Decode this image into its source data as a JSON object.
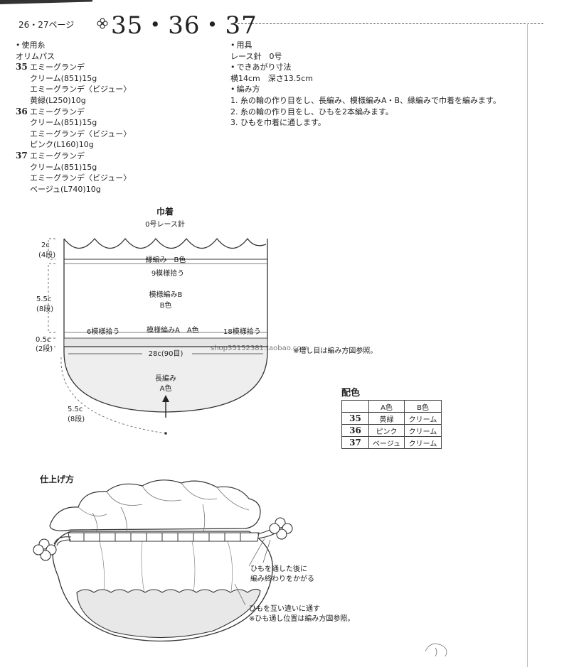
{
  "header": {
    "page_ref": "26・27ページ",
    "pattern_numbers": "35・36・37"
  },
  "yarn": {
    "title": "使用糸",
    "subtitle": "オリムパス",
    "entries": [
      {
        "no": "35",
        "lines": [
          "エミーグランデ",
          "クリーム(851)15g",
          "エミーグランデ〈ビジュー〉",
          "黄緑(L250)10g"
        ]
      },
      {
        "no": "36",
        "lines": [
          "エミーグランデ",
          "クリーム(851)15g",
          "エミーグランデ〈ビジュー〉",
          "ピンク(L160)10g"
        ]
      },
      {
        "no": "37",
        "lines": [
          "エミーグランデ",
          "クリーム(851)15g",
          "エミーグランデ〈ビジュー〉",
          "ベージュ(L740)10g"
        ]
      }
    ]
  },
  "tools": {
    "title": "用具",
    "value": "レース針　0号",
    "size_title": "できあがり寸法",
    "size_value": "横14cm　深さ13.5cm",
    "method_title": "編み方",
    "steps": [
      "1. 糸の輪の作り目をし、長編み、模様編みA・B、縁編みで巾着を編みます。",
      "2. 糸の輪の作り目をし、ひもを2本編みます。",
      "3. ひもを巾着に通します。"
    ]
  },
  "diagram": {
    "title": "巾着",
    "needle": "0号レース針",
    "edge_label": "縁編み　B色",
    "pick_9": "9模様拾う",
    "pattern_b": "模様編みB",
    "pattern_b_color": "B色",
    "pick_6": "6模様拾う",
    "pattern_a": "模様編みA　A色",
    "pick_18": "18模様拾う",
    "width": "28c(90目)",
    "increase_note": "※増し目は編み方図参照。",
    "double_crochet": "長編み",
    "double_crochet_color": "A色",
    "dim_edge": "2c",
    "dim_edge_rows": "(4段)",
    "dim_b": "5.5c",
    "dim_b_rows": "(8段)",
    "dim_a": "0.5c",
    "dim_a_rows": "(2段)",
    "dim_bottom": "5.5c",
    "dim_bottom_rows": "(8段)",
    "watermark": "shop35152381.taobao.com"
  },
  "color_table": {
    "title": "配色",
    "headers": [
      "",
      "A色",
      "B色"
    ],
    "rows": [
      [
        "35",
        "黄緑",
        "クリーム"
      ],
      [
        "36",
        "ピンク",
        "クリーム"
      ],
      [
        "37",
        "ベージュ",
        "クリーム"
      ]
    ]
  },
  "finishing": {
    "title": "仕上げ方",
    "note1_line1": "ひもを通した後に",
    "note1_line2": "編み終わりをかがる",
    "note2_line1": "ひもを互い違いに通す",
    "note2_line2": "※ひも通し位置は編み方図参照。"
  }
}
